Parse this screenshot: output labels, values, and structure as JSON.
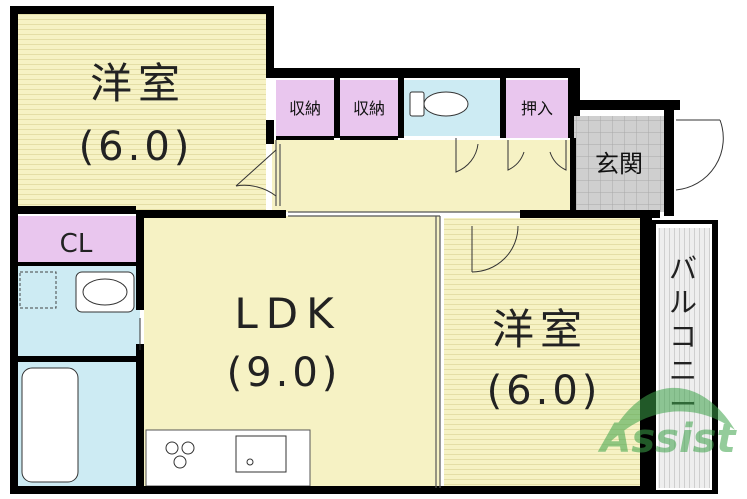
{
  "rooms": {
    "western_room_1": {
      "name": "洋室",
      "size": "(6.0)"
    },
    "western_room_2": {
      "name": "洋室",
      "size": "(6.0)"
    },
    "ldk": {
      "name": "LDK",
      "size": "(9.0)"
    },
    "storage_1": {
      "name": "収納"
    },
    "storage_2": {
      "name": "収納"
    },
    "closet_push": {
      "name": "押入"
    },
    "entrance": {
      "name": "玄関"
    },
    "cl": {
      "name": "CL"
    },
    "balcony": {
      "name": "バルコニー"
    }
  },
  "watermark": {
    "text": "Assist"
  },
  "colors": {
    "tatami_yellow": "#f6f2c4",
    "tatami_line": "#e2dca0",
    "storage_pink": "#e9c6ee",
    "wet_blue": "#cdebf3",
    "entrance_gray": "#c9c9c9",
    "wall": "#000000",
    "watermark_green": "#3da34a"
  }
}
